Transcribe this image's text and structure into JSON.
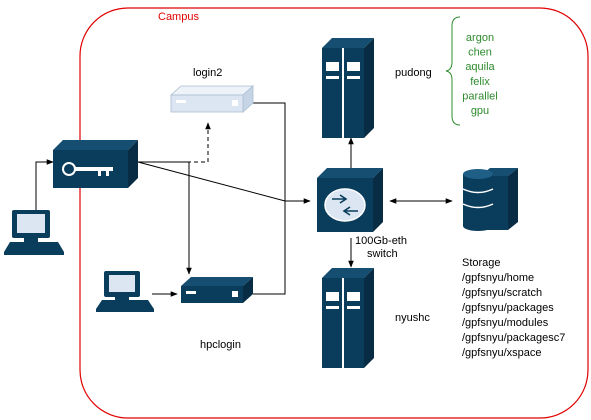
{
  "colors": {
    "campus_border": "#e00000",
    "device_dark": "#0a3d5c",
    "device_light": "#dbe6f2",
    "server_list_text": "#2e8b2e",
    "line": "#000000"
  },
  "campus_label": "Campus",
  "nodes": {
    "login2": "login2",
    "hpclogin": "hpclogin",
    "pudong": "pudong",
    "nyushc": "nyushc",
    "switch": [
      "100Gb-eth",
      "switch"
    ]
  },
  "pudong_servers": [
    "argon",
    "chen",
    "aquila",
    "felix",
    "parallel",
    "gpu"
  ],
  "storage": {
    "title": "Storage",
    "paths": [
      "/gpfsnyu/home",
      "/gpfsnyu/scratch",
      "/gpfsnyu/packages",
      "/gpfsnyu/modules",
      "/gpfsnyu/packagesc7",
      "/gpfsnyu/xspace"
    ]
  },
  "icons": [
    "workstation-left-icon",
    "vpn-gateway-icon",
    "workstation-campus-icon",
    "login2-server-icon",
    "hpclogin-server-icon",
    "pudong-rack-icon",
    "nyushc-rack-icon",
    "network-switch-icon",
    "storage-icon"
  ]
}
